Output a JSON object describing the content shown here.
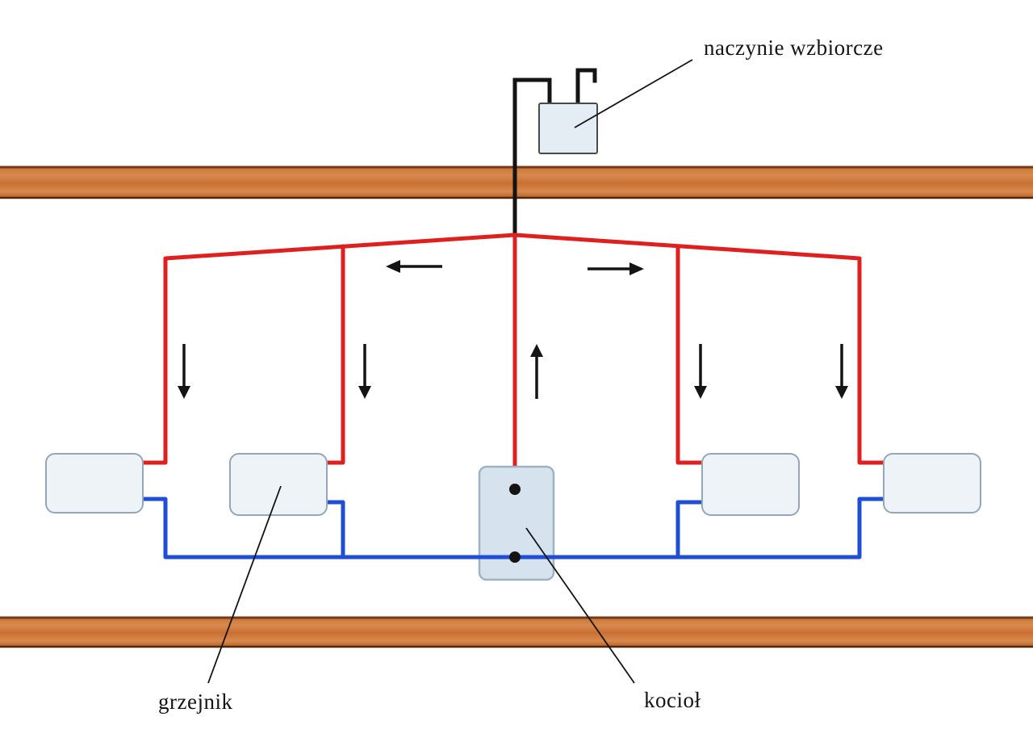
{
  "figure": {
    "type": "schematic-diagram",
    "subject": "gravity hot-water central heating system with upper distribution",
    "language": "Polish"
  },
  "labels": {
    "expansion_vessel": "naczynie wzbiorcze",
    "radiator": "grzejnik",
    "boiler": "kocioł"
  },
  "components": {
    "expansion_vessel_count": 1,
    "boiler_count": 1,
    "radiator_count": 4,
    "floor_slab_count": 2
  },
  "flow_arrows": {
    "down_arrows": 4,
    "up_arrows": 1,
    "left_arrows": 1,
    "right_arrows": 1
  },
  "colors": {
    "background": "#ffffff",
    "supply_pipe_red": "#e01f1f",
    "return_pipe_blue": "#1e4ed8",
    "pipe_black": "#141414",
    "slab_orange": "#cf7c3b",
    "slab_edge": "#74391a",
    "slab_edge_dark": "#512708",
    "vessel_fill": "#e4edf4",
    "vessel_border": "#4a4a4a",
    "radiator_fill": "#eef3f7",
    "radiator_border": "#93a6ba",
    "boiler_fill": "#d6e3ee",
    "boiler_border": "#9fb2c4",
    "label_color": "#141414"
  }
}
